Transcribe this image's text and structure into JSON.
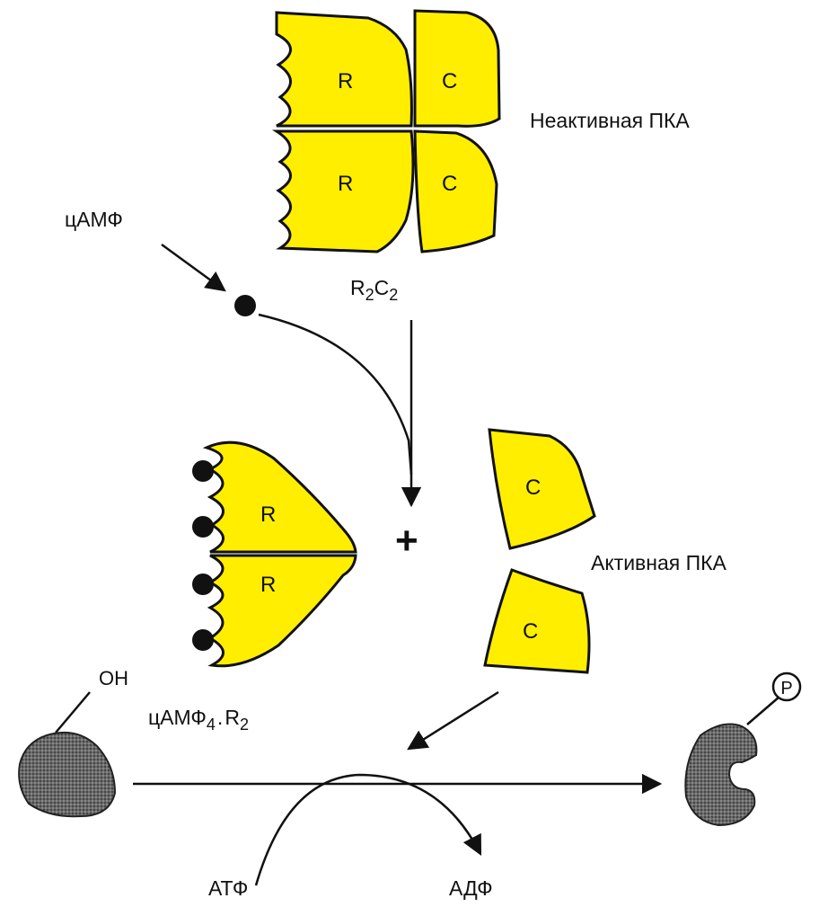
{
  "labels": {
    "inactive_pka": "Неактивная ПКА",
    "active_pka": "Активная ПКА",
    "camp": "цАМФ",
    "r2c2": {
      "r": "R",
      "r_sub": "2",
      "c": "C",
      "c_sub": "2"
    },
    "complex": {
      "camp": "цАМФ",
      "sub4": "4",
      "dot": ".",
      "r": "R",
      "sub2": "2"
    },
    "oh": "OH",
    "atp": "АТФ",
    "adp": "АДФ",
    "phosphate": "P",
    "plus": "+"
  },
  "subunits": {
    "r": "R",
    "c": "C"
  },
  "colors": {
    "subunit_fill": "#ffee00",
    "outline": "#111111",
    "protein": "#555555"
  }
}
